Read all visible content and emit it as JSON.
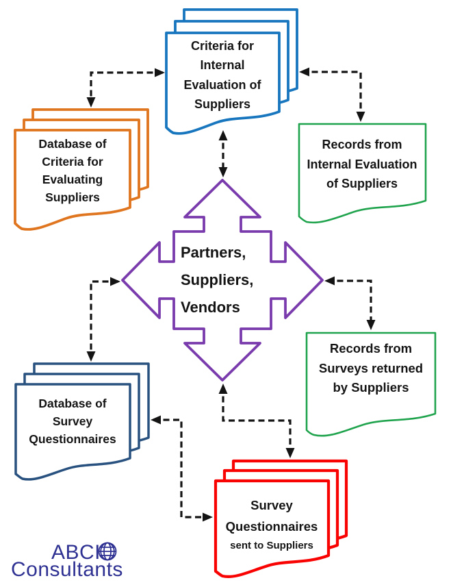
{
  "page": {
    "background": "#ffffff"
  },
  "diagram": {
    "center_node": {
      "shape": "quad-arrow-callout",
      "color": "#7A3CAD",
      "lines": [
        "Partners,",
        "Suppliers,",
        "Vendors"
      ]
    },
    "documents": {
      "criteria_internal_evaluation": {
        "color": "#1776BE",
        "stacked": true,
        "lines": [
          "Criteria for",
          "Internal",
          "Evaluation of",
          "Suppliers"
        ]
      },
      "database_of_criteria": {
        "color": "#E0751F",
        "stacked": true,
        "lines": [
          "Database of",
          "Criteria for",
          "Evaluating",
          "Suppliers"
        ]
      },
      "records_internal_evaluation": {
        "color": "#1FA34D",
        "stacked": false,
        "lines": [
          "Records from",
          "Internal Evaluation",
          "of Suppliers"
        ]
      },
      "records_surveys_returned": {
        "color": "#1FA34D",
        "stacked": false,
        "lines": [
          "Records from",
          "Surveys returned",
          "by Suppliers"
        ]
      },
      "database_survey_questionnaires": {
        "color": "#28517F",
        "stacked": true,
        "lines": [
          "Database of",
          "Survey",
          "Questionnaires"
        ]
      },
      "survey_questionnaires_sent": {
        "color": "#F80202",
        "stacked": true,
        "lines": [
          "Survey",
          "Questionnaires",
          "sent to Suppliers"
        ]
      }
    },
    "connectors": {
      "color": "#141414",
      "style": "dashed",
      "links": [
        {
          "between": [
            "database_of_criteria",
            "criteria_internal_evaluation"
          ],
          "double_headed": true
        },
        {
          "between": [
            "criteria_internal_evaluation",
            "records_internal_evaluation"
          ],
          "double_headed": true
        },
        {
          "between": [
            "criteria_internal_evaluation",
            "center_node"
          ],
          "double_headed": true
        },
        {
          "between": [
            "center_node",
            "database_survey_questionnaires"
          ],
          "double_headed": true
        },
        {
          "between": [
            "center_node",
            "records_surveys_returned"
          ],
          "double_headed": true
        },
        {
          "between": [
            "center_node",
            "survey_questionnaires_sent"
          ],
          "double_headed": true
        },
        {
          "between": [
            "database_survey_questionnaires",
            "survey_questionnaires_sent"
          ],
          "double_headed": true
        }
      ]
    }
  },
  "logo": {
    "brand": "ABCI",
    "subtitle": "Consultants",
    "color": "#2E3192",
    "icon": "globe-icon"
  }
}
